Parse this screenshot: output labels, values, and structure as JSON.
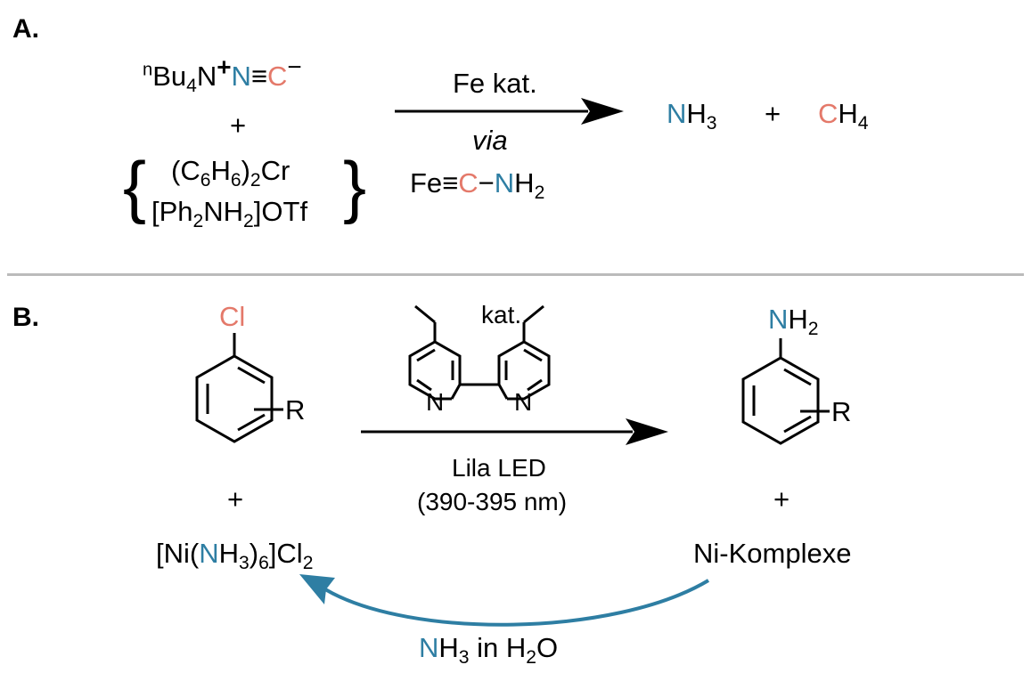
{
  "colors": {
    "nitrogen": "#2e7ea3",
    "carbon": "#e4796a",
    "separator": "#bbbbbb",
    "recycle_arrow": "#2e7ea3"
  },
  "section_a": {
    "label": "A.",
    "reactant_prefix": "n",
    "reactant_bu": "Bu",
    "reactant_sub4": "4",
    "reactant_n": "N",
    "reactant_plus_charge": "+",
    "reactant_n_atom": "N",
    "reactant_triple": "≡",
    "reactant_c_atom": "C",
    "reactant_minus_charge": "−",
    "plus": "+",
    "brace_open": "{",
    "brace_close": "}",
    "reagent1_a": "(C",
    "reagent1_sub1": "6",
    "reagent1_b": "H",
    "reagent1_sub2": "6",
    "reagent1_c": ")",
    "reagent1_sub3": "2",
    "reagent1_d": "Cr",
    "reagent2_a": "[Ph",
    "reagent2_sub1": "2",
    "reagent2_b": "NH",
    "reagent2_sub2": "2",
    "reagent2_c": "]OTf",
    "catalyst": "Fe kat.",
    "via": "via",
    "intermediate_fe": "Fe",
    "intermediate_triple": "≡",
    "intermediate_c": "C",
    "intermediate_dash": "−",
    "intermediate_n": "N",
    "intermediate_h": "H",
    "intermediate_sub": "2",
    "product1_n": "N",
    "product1_h": "H",
    "product1_sub": "3",
    "product_plus": "+",
    "product2_c": "C",
    "product2_h": "H",
    "product2_sub": "4"
  },
  "section_b": {
    "label": "B.",
    "substrate_substituent": "Cl",
    "substrate_r": "R",
    "plus_left": "+",
    "ni_salt_a": "[Ni(",
    "ni_salt_n": "N",
    "ni_salt_h": "H",
    "ni_salt_sub3": "3",
    "ni_salt_b": ")",
    "ni_salt_sub6": "6",
    "ni_salt_c": "]Cl",
    "ni_salt_sub2": "2",
    "catalyst_label": "kat.",
    "bipy_n_left": "N",
    "bipy_n_right": "N",
    "condition_light": "Lila LED",
    "condition_wavelength": "(390-395 nm)",
    "product_n": "N",
    "product_h": "H",
    "product_sub": "2",
    "product_r": "R",
    "plus_right": "+",
    "byproduct": "Ni-Komplexe",
    "recycle_n": "N",
    "recycle_h": "H",
    "recycle_sub3": "3",
    "recycle_in": " in H",
    "recycle_sub2": "2",
    "recycle_o": "O"
  }
}
